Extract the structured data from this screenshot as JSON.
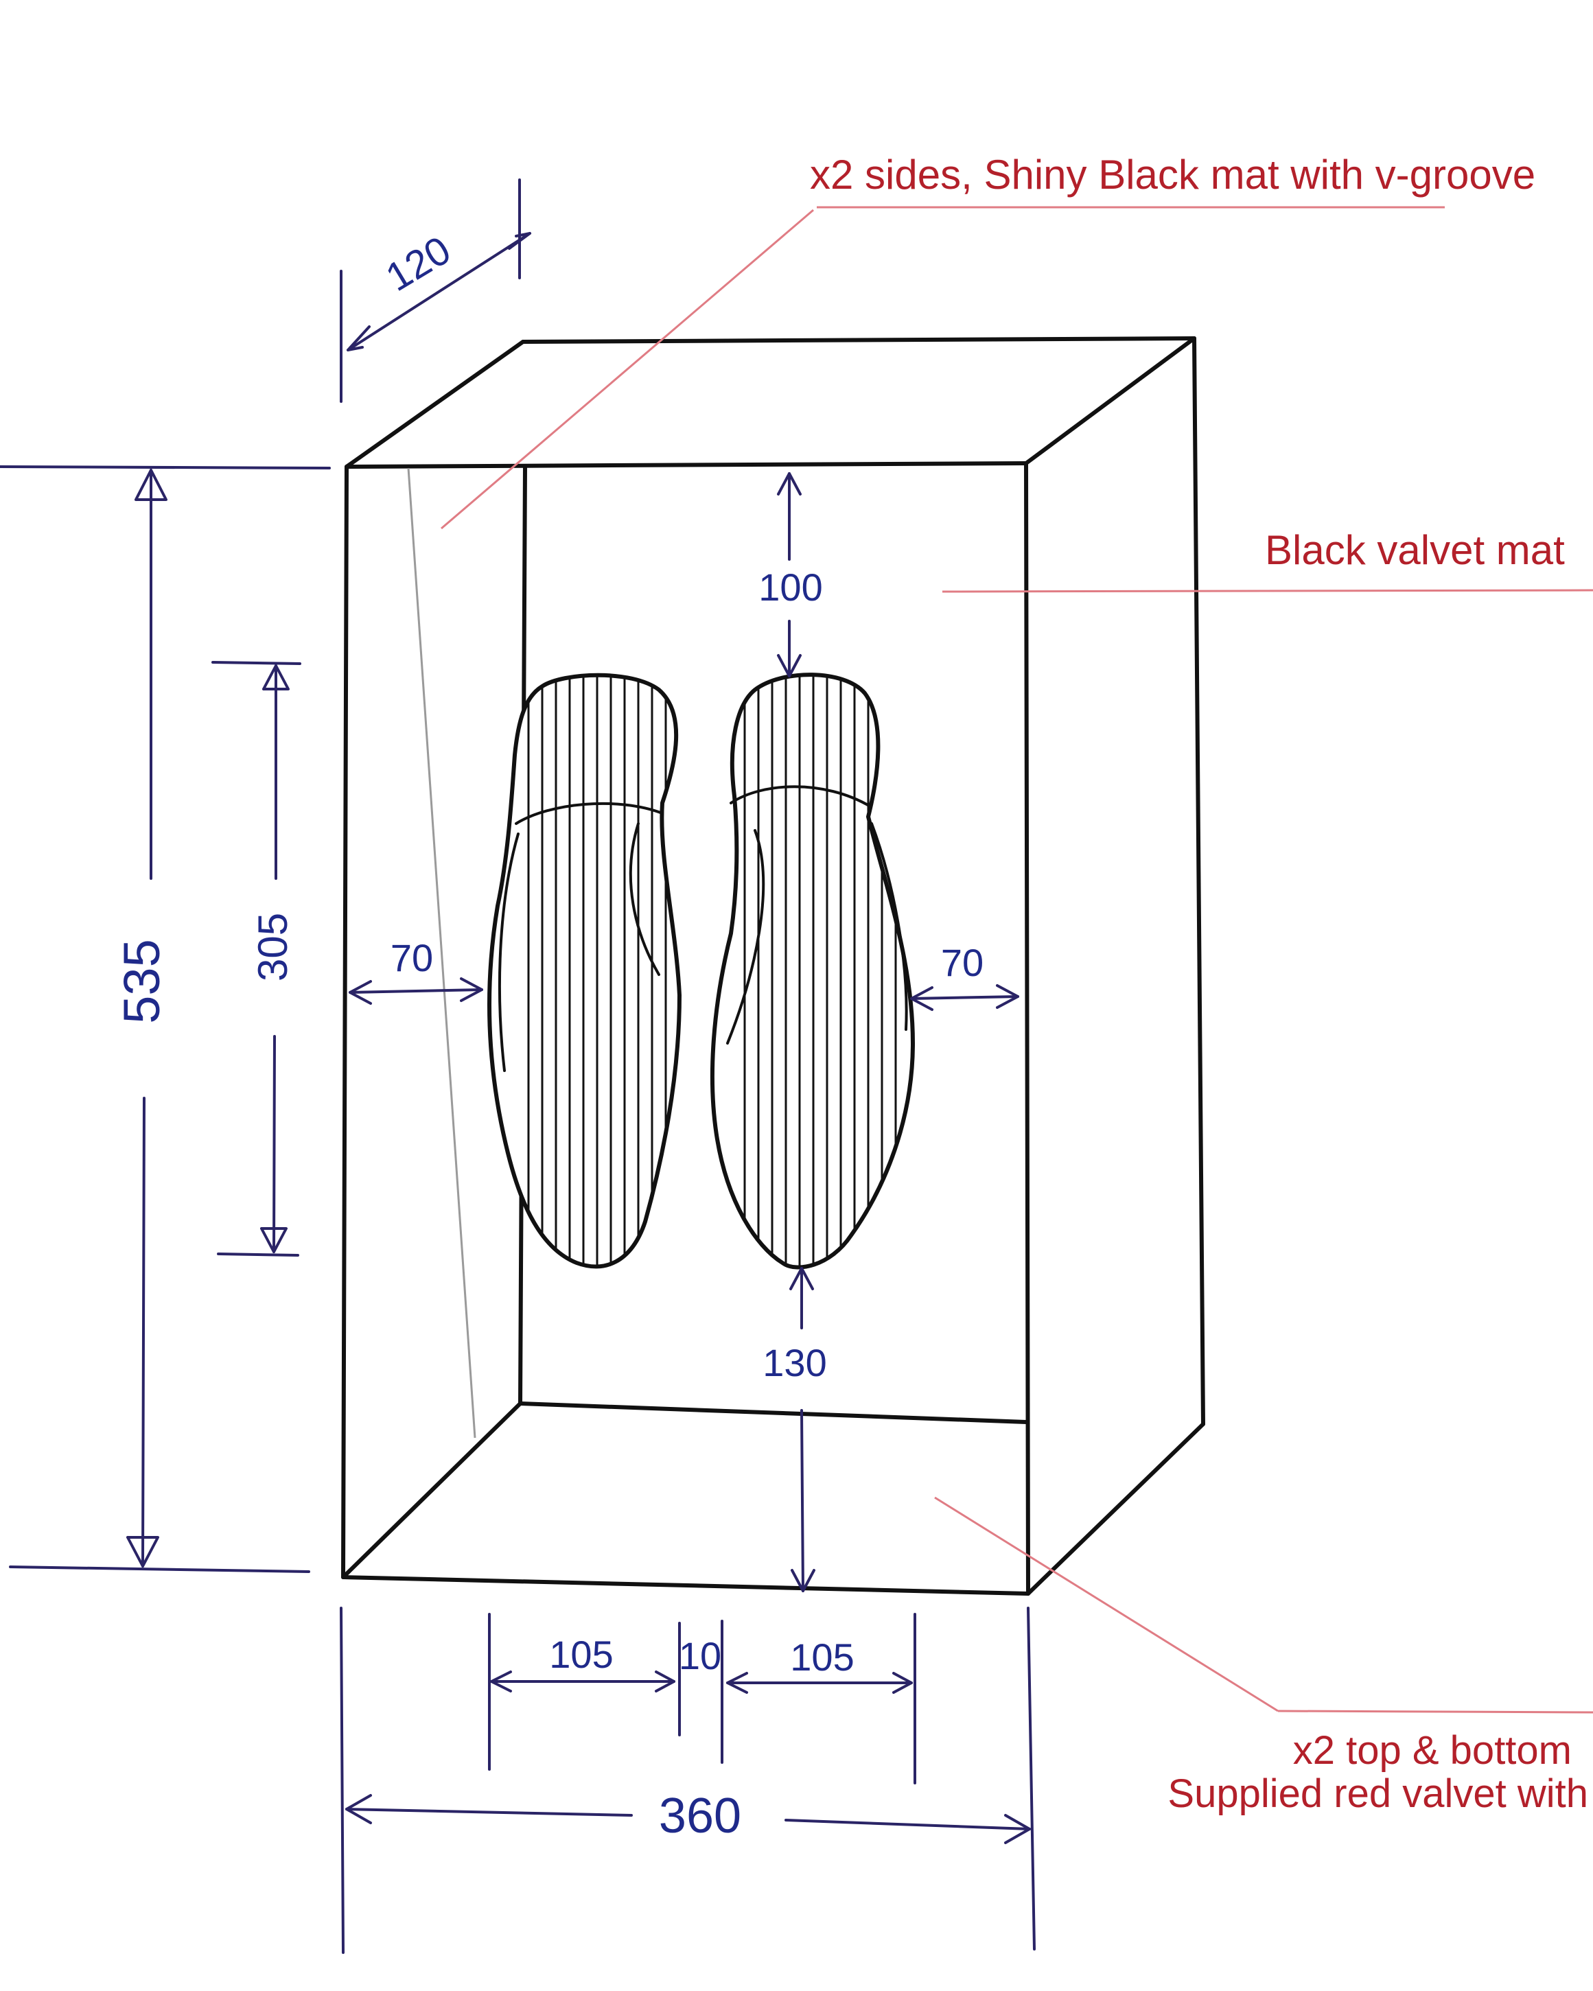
{
  "dimensions": {
    "depth": "120",
    "total_height": "535",
    "shoe_length": "305",
    "top_gap": "100",
    "bottom_gap": "130",
    "left_margin": "70",
    "right_margin": "70",
    "shoe_width_left": "105",
    "center_gap": "10",
    "shoe_width_right": "105",
    "total_width": "360"
  },
  "notes": {
    "sides": "x2 sides, Shiny Black mat with v-groove",
    "back": "Black valvet mat",
    "top_bottom_line1": "x2 top & bottom",
    "top_bottom_line2": "Supplied red valvet with"
  },
  "colors": {
    "dimension_text": "#1f2a8a",
    "note_text": "#b3202a",
    "leader_line": "#e07c84",
    "outline": "#111111"
  }
}
